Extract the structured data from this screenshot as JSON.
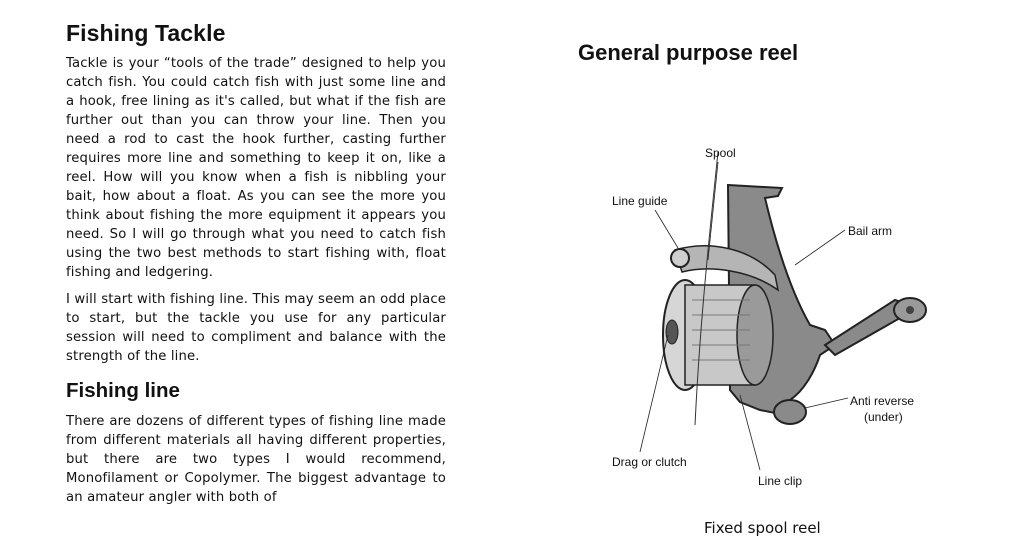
{
  "left": {
    "heading": "Fishing Tackle",
    "paragraphs": [
      "Tackle is your “tools of the trade” designed to help you catch fish. You could catch fish with just some line and a hook, free lining as it's called, but what if the fish are further out than you can throw your line. Then you need a rod to cast the hook further, casting further requires more line and something to keep it on, like a reel. How will you know when a fish is nibbling your bait, how about a float. As you can see the more you think about fishing the more equipment it appears you need. So I will go through what you need to catch fish using the two best methods to start fishing with, float fishing and ledgering.",
      "I will start with fishing line. This may seem an odd place to start, but the tackle you use for any particular session will need to compliment and balance with the strength of the line."
    ],
    "subheading": "Fishing line",
    "sub_paragraph": "There are dozens of different types of fishing line made from different materials all having different properties, but there are two types I would recommend, Monofilament or Copolymer. The biggest advantage to an amateur angler with both of"
  },
  "right": {
    "heading": "General purpose reel",
    "labels": {
      "spool": "Spool",
      "line_guide": "Line guide",
      "bail_arm": "Bail arm",
      "anti_reverse_1": "Anti reverse",
      "anti_reverse_2": "(under)",
      "drag": "Drag or clutch",
      "line_clip": "Line clip"
    },
    "caption": "Fixed spool reel"
  }
}
